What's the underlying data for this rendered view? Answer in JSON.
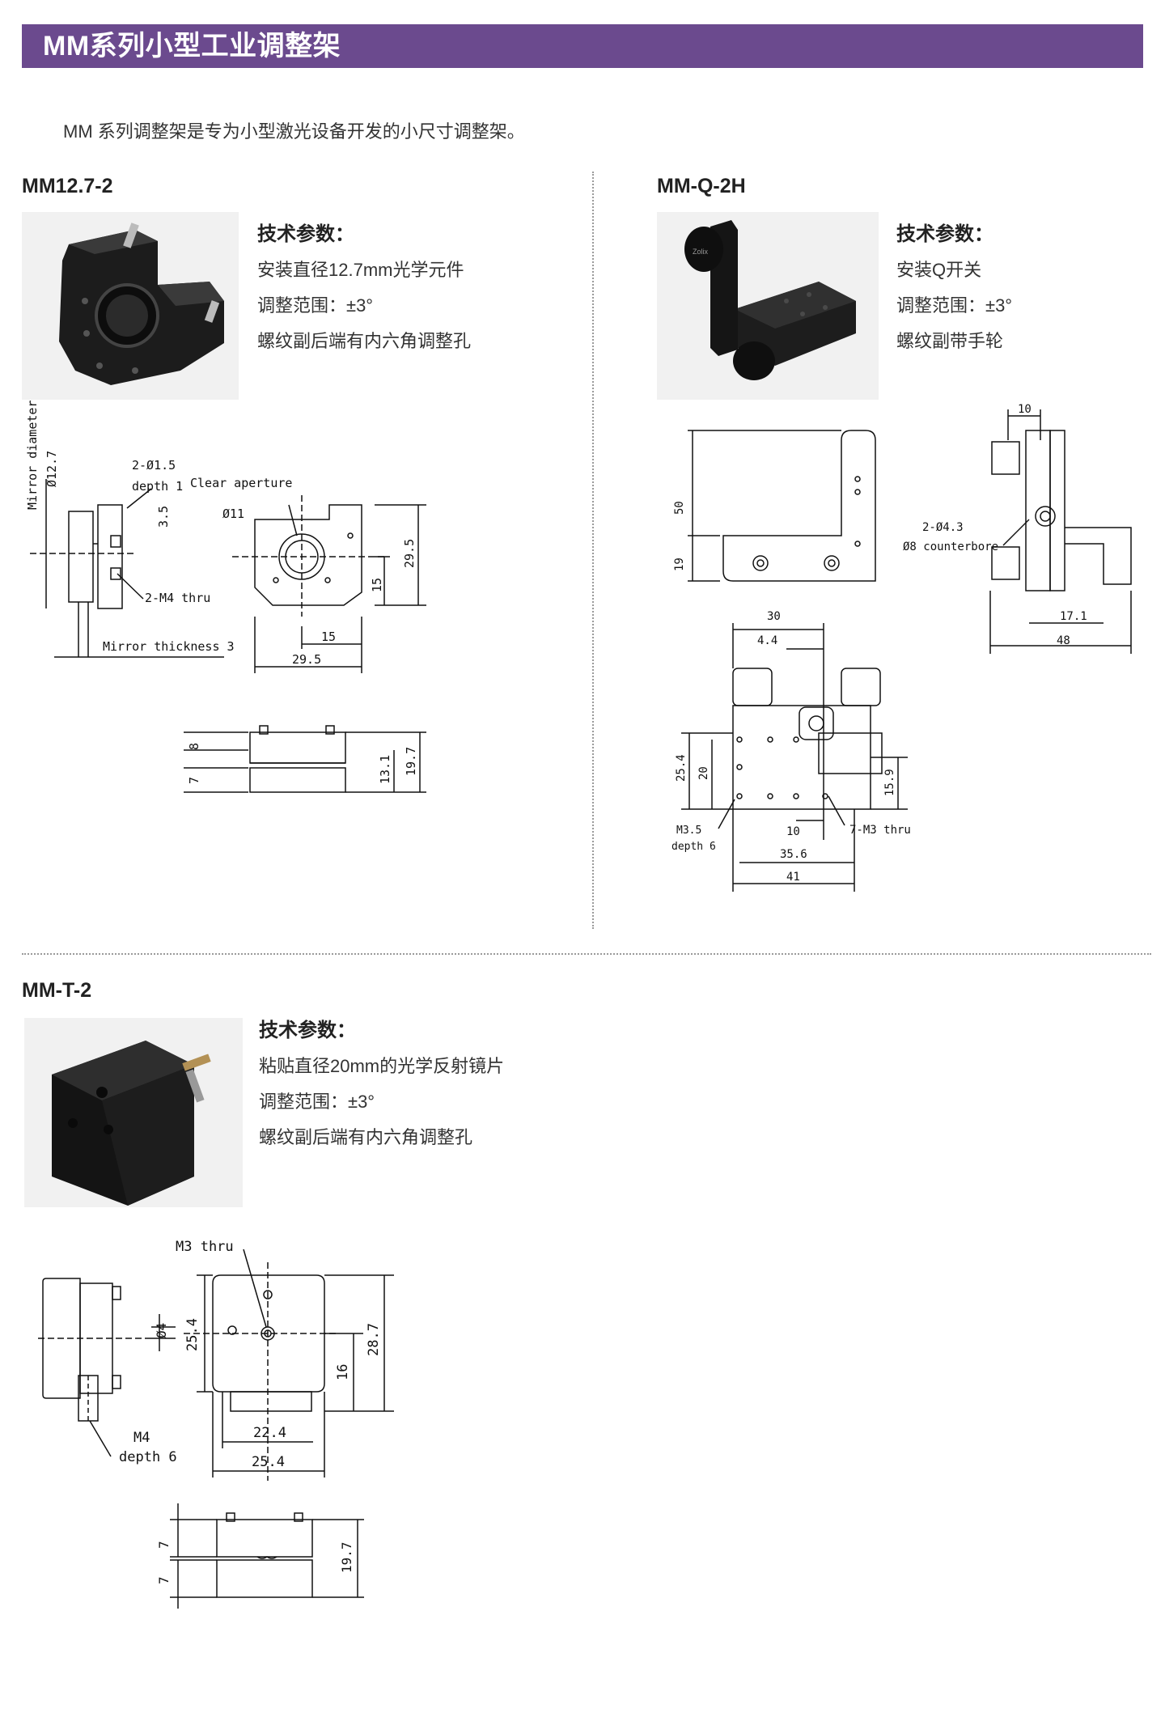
{
  "banner": {
    "title": "MM系列小型工业调整架",
    "color": "#6b4a8e"
  },
  "intro": "MM 系列调整架是专为小型激光设备开发的小尺寸调整架。",
  "products": [
    {
      "model": "MM12.7-2",
      "spec_heading": "技术参数：",
      "specs": [
        "安装直径12.7mm光学元件",
        "调整范围：±3°",
        "螺纹副后端有内六角调整孔"
      ],
      "drawing_labels": [
        "Mirror diameter",
        "Ø12.7",
        "2-Ø1.5",
        "depth 1",
        "3.5",
        "2-M4  thru",
        "Mirror thickness 3",
        "Clear aperture",
        "Ø11",
        "29.5",
        "15",
        "15",
        "29.5",
        "8",
        "7",
        "13.1",
        "19.7"
      ]
    },
    {
      "model": "MM-Q-2H",
      "spec_heading": "技术参数：",
      "specs": [
        "安装Q开关",
        "调整范围：±3°",
        "螺纹副带手轮"
      ],
      "photo_brand": "Zolix",
      "drawing_labels": [
        "50",
        "19",
        "10",
        "2-Ø4.3",
        "Ø8 counterbore",
        "17.1",
        "48",
        "30",
        "4.4",
        "25.4",
        "20",
        "15.9",
        "M3.5",
        "depth 6",
        "10",
        "7-M3  thru",
        "35.6",
        "41"
      ]
    },
    {
      "model": "MM-T-2",
      "spec_heading": "技术参数：",
      "specs": [
        "粘贴直径20mm的光学反射镜片",
        "调整范围：±3°",
        "螺纹副后端有内六角调整孔"
      ],
      "drawing_labels": [
        "M3  thru",
        "Ø4",
        "25.4",
        "16",
        "28.7",
        "M4",
        "depth 6",
        "22.4",
        "25.4",
        "7",
        "7",
        "19.7"
      ]
    }
  ]
}
